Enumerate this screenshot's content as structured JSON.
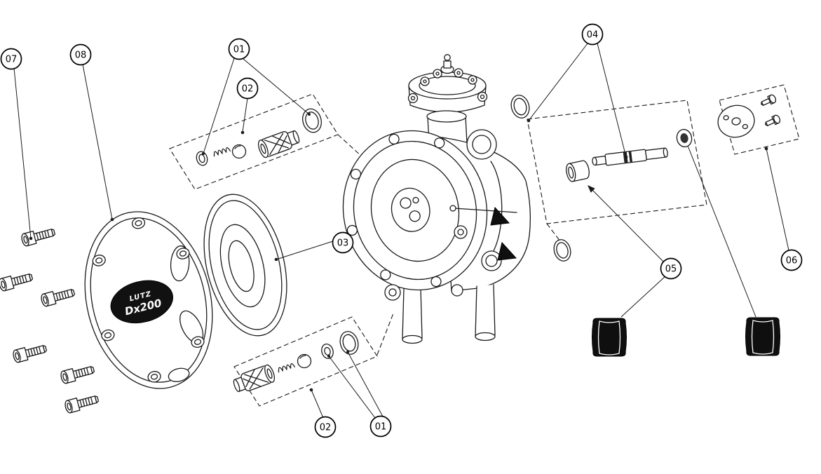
{
  "colors": {
    "line": "#1a1a1a",
    "background": "#ffffff",
    "dark_part": "#0f0f0f",
    "badge_background": "#111111",
    "badge_text": "#ffffff"
  },
  "diagram": {
    "type": "exploded-parts-diagram",
    "badge": {
      "line1": "LUTZ",
      "line2": "Dx200"
    },
    "callouts": {
      "c01_top": "01",
      "c02_top": "02",
      "c03": "03",
      "c04": "04",
      "c05": "05",
      "c06": "06",
      "c07": "07",
      "c08": "08",
      "c02_bottom": "02",
      "c01_bottom": "01"
    }
  }
}
